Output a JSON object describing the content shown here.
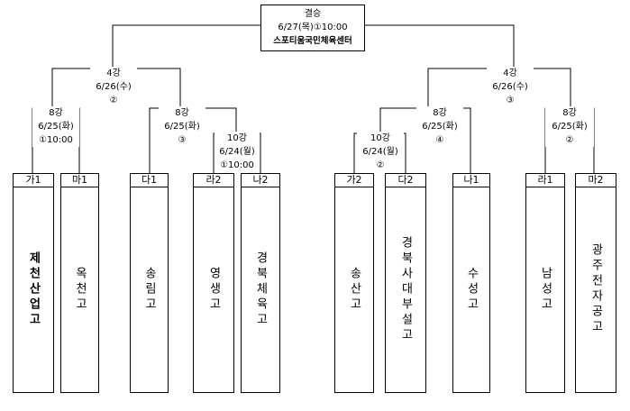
{
  "final": {
    "title": "결승",
    "date": "6/27(목)①10:00",
    "venue": "스포티움국민체육센터"
  },
  "rounds": {
    "sf_left": {
      "title": "4강",
      "date": "6/26(수)",
      "num": "②"
    },
    "sf_right": {
      "title": "4강",
      "date": "6/26(수)",
      "num": "③"
    },
    "qf1": {
      "title": "8강",
      "date": "6/25(화)",
      "num": "①10:00"
    },
    "qf2": {
      "title": "8강",
      "date": "6/25(화)",
      "num": "③"
    },
    "r10a": {
      "title": "10강",
      "date": "6/24(월)",
      "num": "①10:00"
    },
    "r10b": {
      "title": "10강",
      "date": "6/24(월)",
      "num": "②"
    },
    "qf3": {
      "title": "8강",
      "date": "6/25(화)",
      "num": "④"
    },
    "qf4": {
      "title": "8강",
      "date": "6/25(화)",
      "num": "②"
    }
  },
  "teams": [
    {
      "seed": "가1",
      "name": "제천산업고"
    },
    {
      "seed": "마1",
      "name": "옥천고"
    },
    {
      "seed": "다1",
      "name": "송림고"
    },
    {
      "seed": "라2",
      "name": "영생고"
    },
    {
      "seed": "나2",
      "name": "경북체육고"
    },
    {
      "seed": "가2",
      "name": "송산고"
    },
    {
      "seed": "다2",
      "name": "경북사대부설고"
    },
    {
      "seed": "나1",
      "name": "수성고"
    },
    {
      "seed": "라1",
      "name": "남성고"
    },
    {
      "seed": "마2",
      "name": "광주전자공고"
    }
  ]
}
